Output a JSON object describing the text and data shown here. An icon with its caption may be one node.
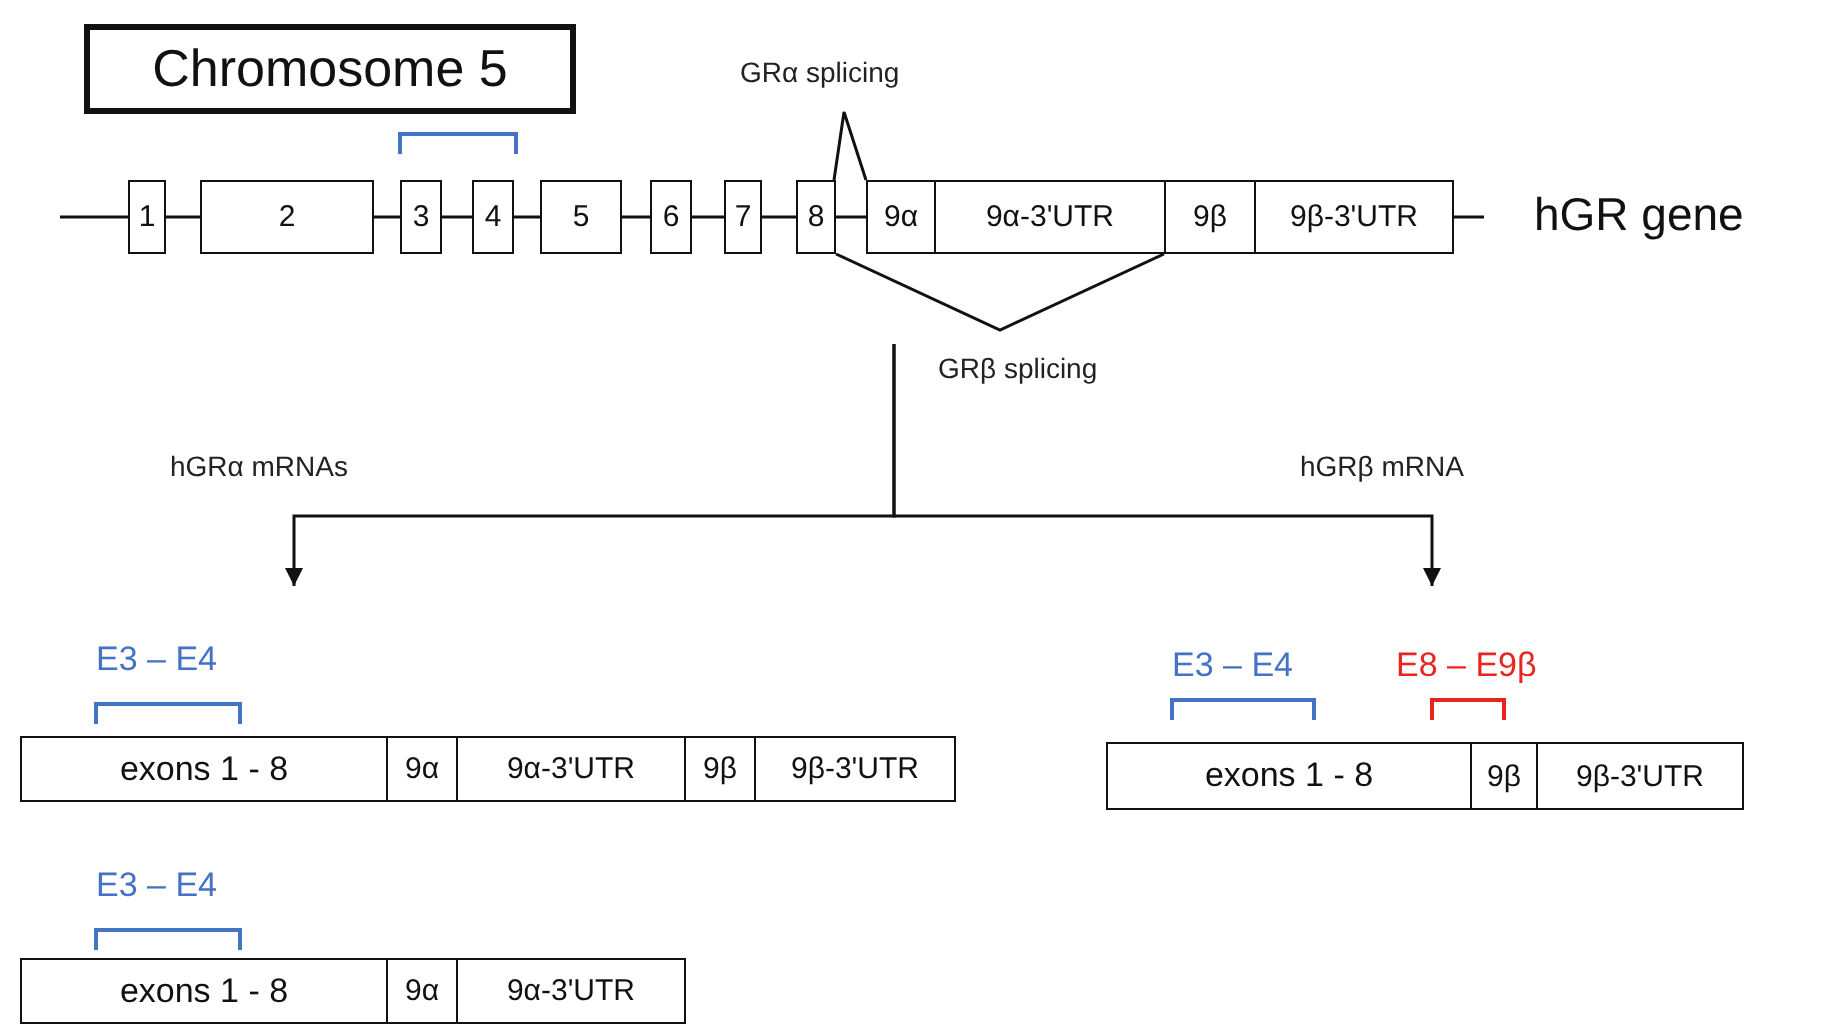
{
  "diagram": {
    "nodes": [
      {
        "text": [
          "Chromosome 5"
        ]
      },
      {
        "text": [
          "1"
        ]
      },
      {
        "text": [
          "2"
        ]
      },
      {
        "text": [
          "3"
        ]
      },
      {
        "text": [
          "4"
        ]
      },
      {
        "text": [
          "5"
        ]
      },
      {
        "text": [
          "6"
        ]
      },
      {
        "text": [
          "7"
        ]
      },
      {
        "text": [
          "8"
        ]
      },
      {
        "text": [
          "9α"
        ]
      },
      {
        "text": [
          "9α-3'UTR"
        ]
      },
      {
        "text": [
          "9β"
        ]
      },
      {
        "text": [
          "9β-3'UTR"
        ]
      },
      {
        "text": [
          "exons 1 - 8"
        ]
      },
      {
        "text": [
          "9α"
        ]
      },
      {
        "text": [
          "9α-3'UTR"
        ]
      },
      {
        "text": [
          "9β"
        ]
      },
      {
        "text": [
          "9β-3'UTR"
        ]
      },
      {
        "text": [
          "exons 1 - 8"
        ]
      },
      {
        "text": [
          "9β"
        ]
      },
      {
        "text": [
          "9β-3'UTR"
        ]
      },
      {
        "text": [
          "exons 1 - 8"
        ]
      },
      {
        "text": [
          "9α"
        ]
      },
      {
        "text": [
          "9α-3'UTR"
        ]
      }
    ],
    "edges": [
      {
        "from": null,
        "to": 1,
        "arrow": "none"
      },
      {
        "from": 1,
        "to": 2,
        "arrow": "none"
      },
      {
        "from": 2,
        "to": 3,
        "arrow": "none"
      },
      {
        "from": 3,
        "to": 4,
        "arrow": "none"
      },
      {
        "from": 4,
        "to": 5,
        "arrow": "none"
      },
      {
        "from": 5,
        "to": 6,
        "arrow": "none"
      },
      {
        "from": 6,
        "to": 7,
        "arrow": "none"
      },
      {
        "from": 7,
        "to": 8,
        "arrow": "none"
      },
      {
        "from": 8,
        "to": 9,
        "arrow": "none"
      },
      {
        "from": 12,
        "to": null,
        "arrow": "none"
      },
      {
        "from": 8,
        "to": 9,
        "arrow": "none",
        "label": "GRα splicing"
      },
      {
        "from": 8,
        "to": 11,
        "arrow": "none",
        "label": "GRβ splicing"
      },
      {
        "from": null,
        "to": 13,
        "arrow": "to"
      },
      {
        "from": null,
        "to": 18,
        "arrow": "to"
      }
    ],
    "labels": [
      "hGR gene",
      "hGRα mRNAs",
      "hGRβ mRNA",
      "E3 – E4",
      "E3 – E4",
      "E8 – E9β",
      "E3 – E4"
    ]
  }
}
